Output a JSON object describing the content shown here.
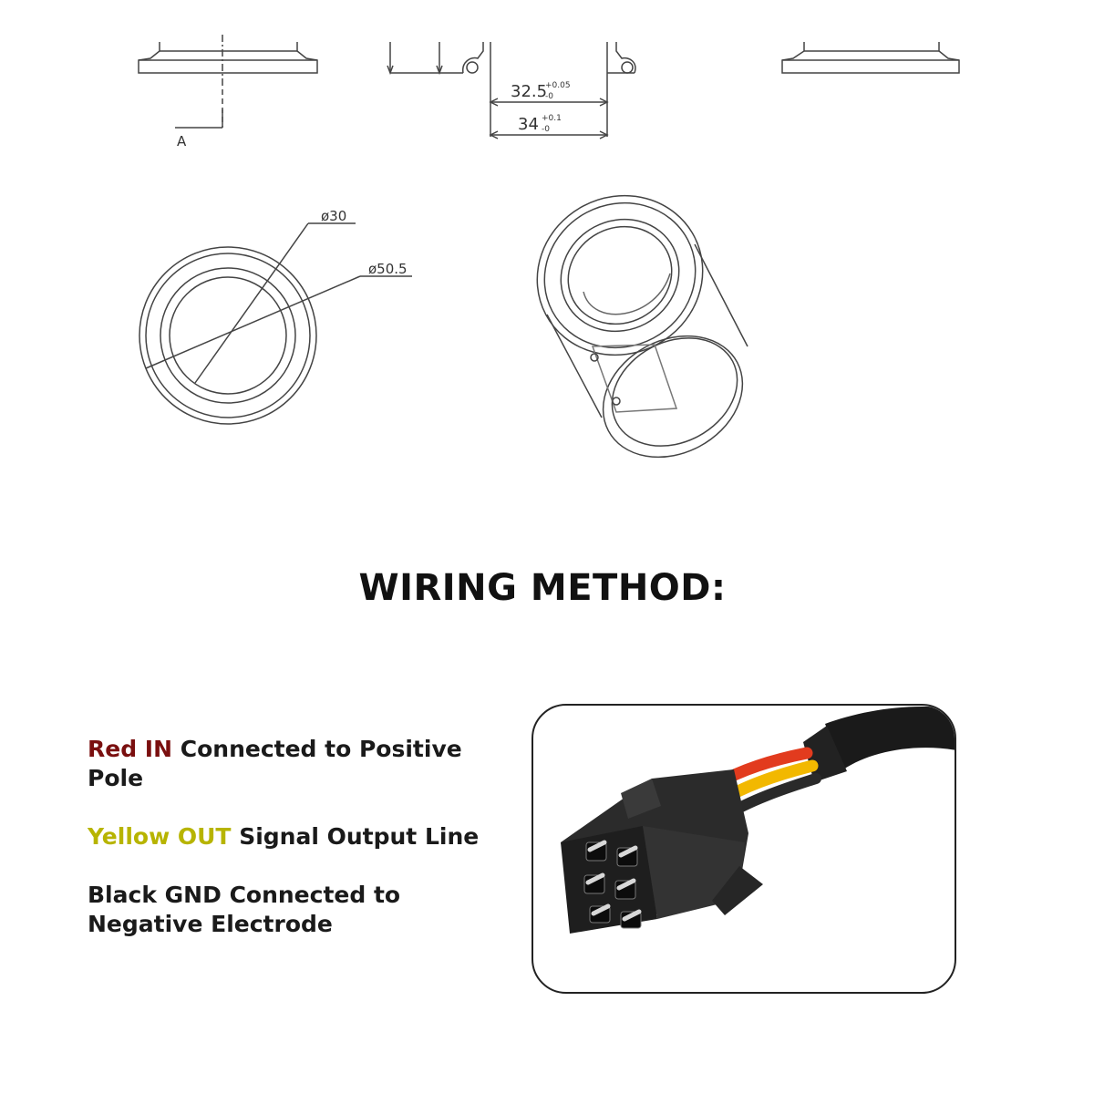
{
  "drawing": {
    "side_view_label": "A",
    "dim_inner_label": "32.5",
    "dim_inner_tol_upper": "+0.05",
    "dim_inner_tol_lower": "-0",
    "dim_outer_label": "34",
    "dim_outer_tol_upper": "+0.1",
    "dim_outer_tol_lower": "-0",
    "diameter_inner_label": "ø30",
    "diameter_outer_label": "ø50.5"
  },
  "title": "WIRING METHOD:",
  "wiring": [
    {
      "color_word": "Red IN",
      "color": "#7a0f0f",
      "description": "Connected to Positive Pole"
    },
    {
      "color_word": "Yellow OUT",
      "color": "#b7b400",
      "description": "Signal Output Line"
    },
    {
      "color_word": "Black GND",
      "color": "#1a1a1a",
      "description": "Connected to Negative Electrode"
    }
  ],
  "photo": {
    "icon": "connector-plug-icon",
    "wire_colors": [
      "#e23b1e",
      "#f2b800",
      "#1a1a1a"
    ]
  }
}
